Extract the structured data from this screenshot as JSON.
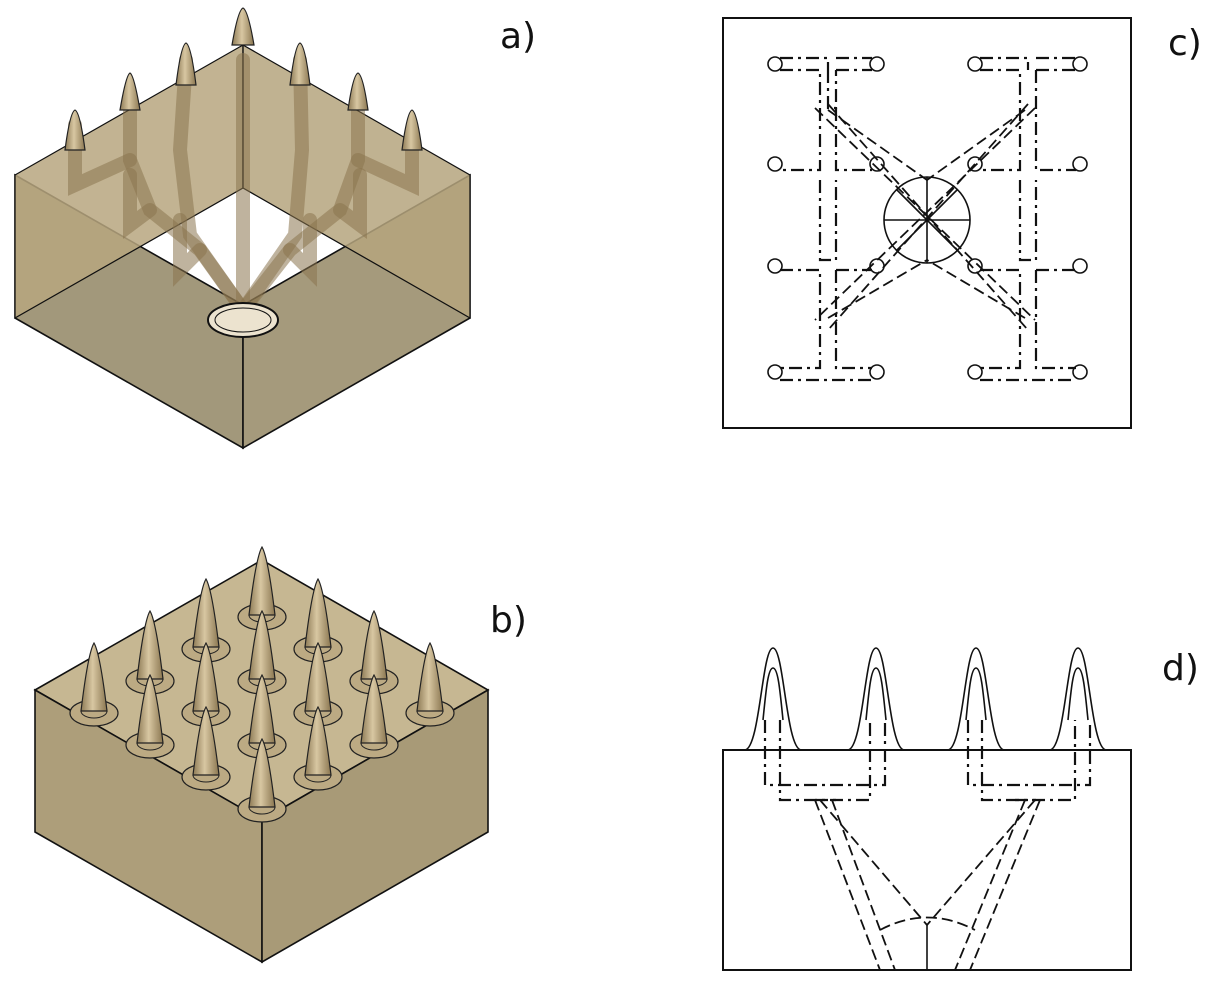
{
  "figure": {
    "panels": [
      {
        "id": "a",
        "label": "a)"
      },
      {
        "id": "b",
        "label": "b)"
      },
      {
        "id": "c",
        "label": "c)"
      },
      {
        "id": "d",
        "label": "d)"
      }
    ]
  },
  "colors": {
    "block_fill": "#ad9d77",
    "block_side_dark": "#9f916f",
    "block_top": "#c9b995",
    "spike_fill": "#b6a27a",
    "line": "#111111",
    "background": "#ffffff"
  }
}
